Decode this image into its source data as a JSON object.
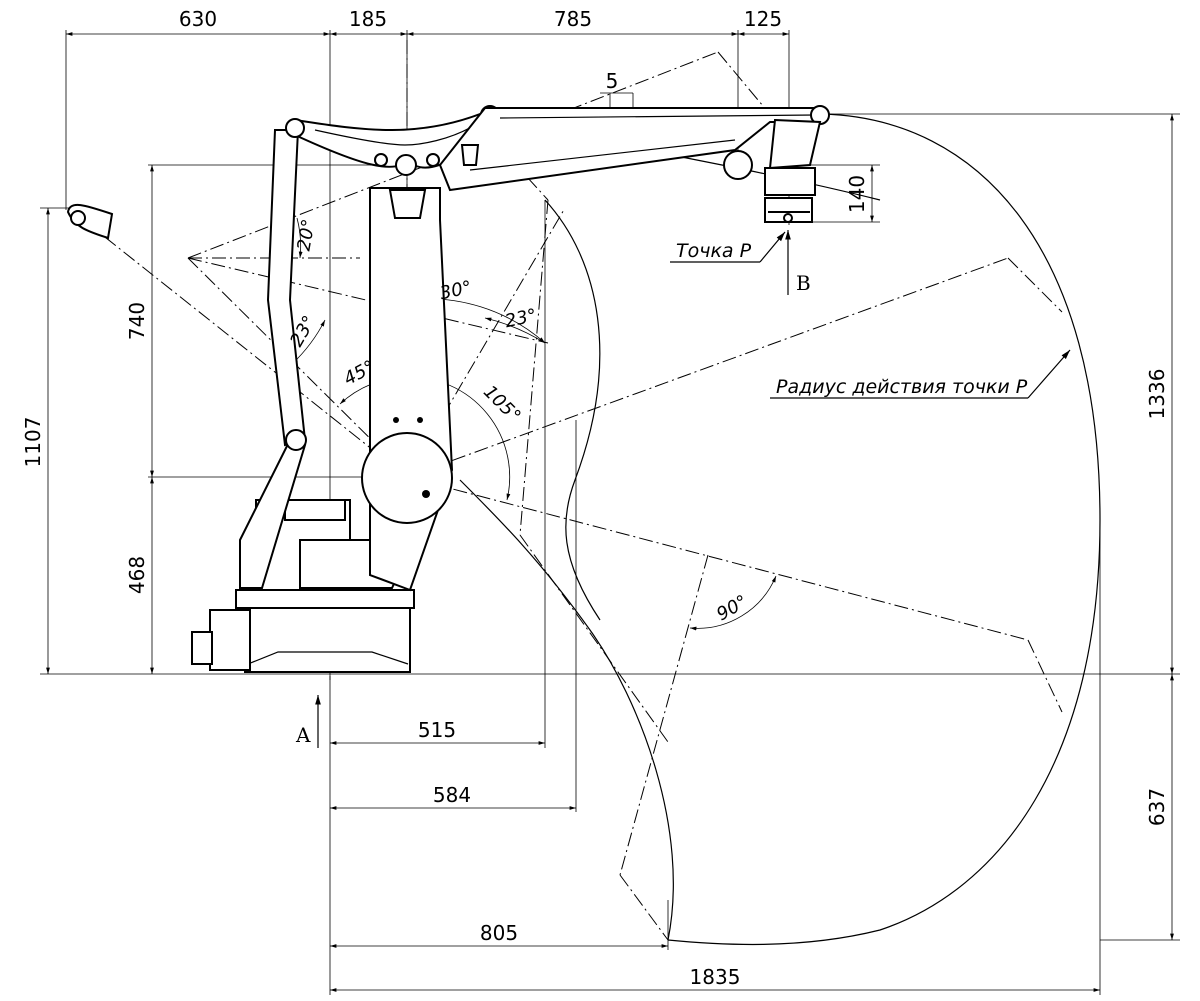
{
  "dimensions": {
    "top_630": "630",
    "top_185": "185",
    "top_785": "785",
    "top_125": "125",
    "offset_5": "5",
    "tool_140": "140",
    "left_1107": "1107",
    "left_740": "740",
    "left_468": "468",
    "right_1336": "1336",
    "right_637": "637",
    "bottom_515": "515",
    "bottom_584": "584",
    "bottom_805": "805",
    "bottom_1835": "1835"
  },
  "angles": {
    "a20": "20°",
    "a23_left": "23°",
    "a30": "30°",
    "a23_right": "23°",
    "a45": "45°",
    "a105": "105°",
    "a90": "90°"
  },
  "labels": {
    "point_p": "Точка P",
    "reach_radius": "Радиус действия точки P",
    "view_a": "A",
    "view_b": "B"
  }
}
